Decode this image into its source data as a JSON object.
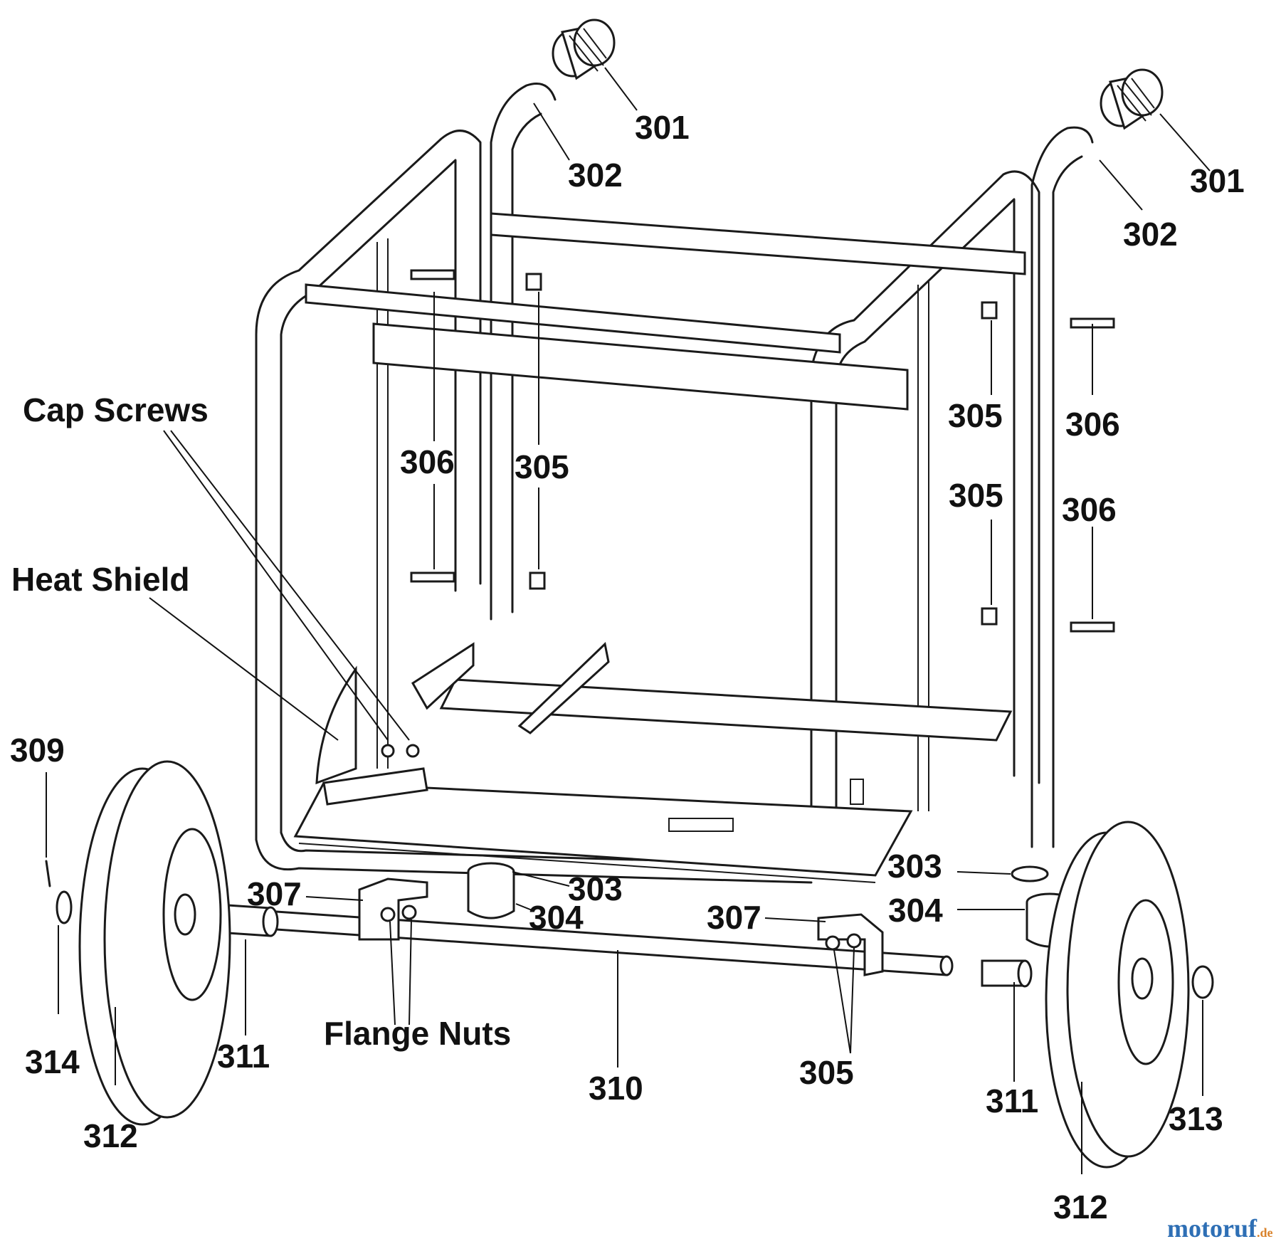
{
  "callouts": {
    "grip_left": "301",
    "grip_right": "301",
    "handle_left": "302",
    "handle_right": "302",
    "bolt_upper_left": "306",
    "nut_upper_left": "305",
    "nut_upper_right": "305",
    "bolt_upper_right": "306",
    "nut_mid_right": "305",
    "bolt_mid_right": "306",
    "linchpin": "309",
    "washer": "314",
    "wheel_left": "312",
    "spacer_left": "311",
    "bracket_left": "307",
    "mount_top": "303",
    "mount_body": "304",
    "axle": "310",
    "bracket_right": "307",
    "nuts_axle": "305",
    "mount_top_right": "303",
    "mount_body_right": "304",
    "spacer_right": "311",
    "wheel_right": "312",
    "hubcap": "313"
  },
  "labels": {
    "cap_screws": "Cap Screws",
    "heat_shield": "Heat Shield",
    "flange_nuts": "Flange Nuts"
  },
  "watermark": {
    "text_main": "motoruf",
    "text_suffix": ".de",
    "color_main": "#2e6fb5",
    "color_accent": "#d9822b"
  }
}
